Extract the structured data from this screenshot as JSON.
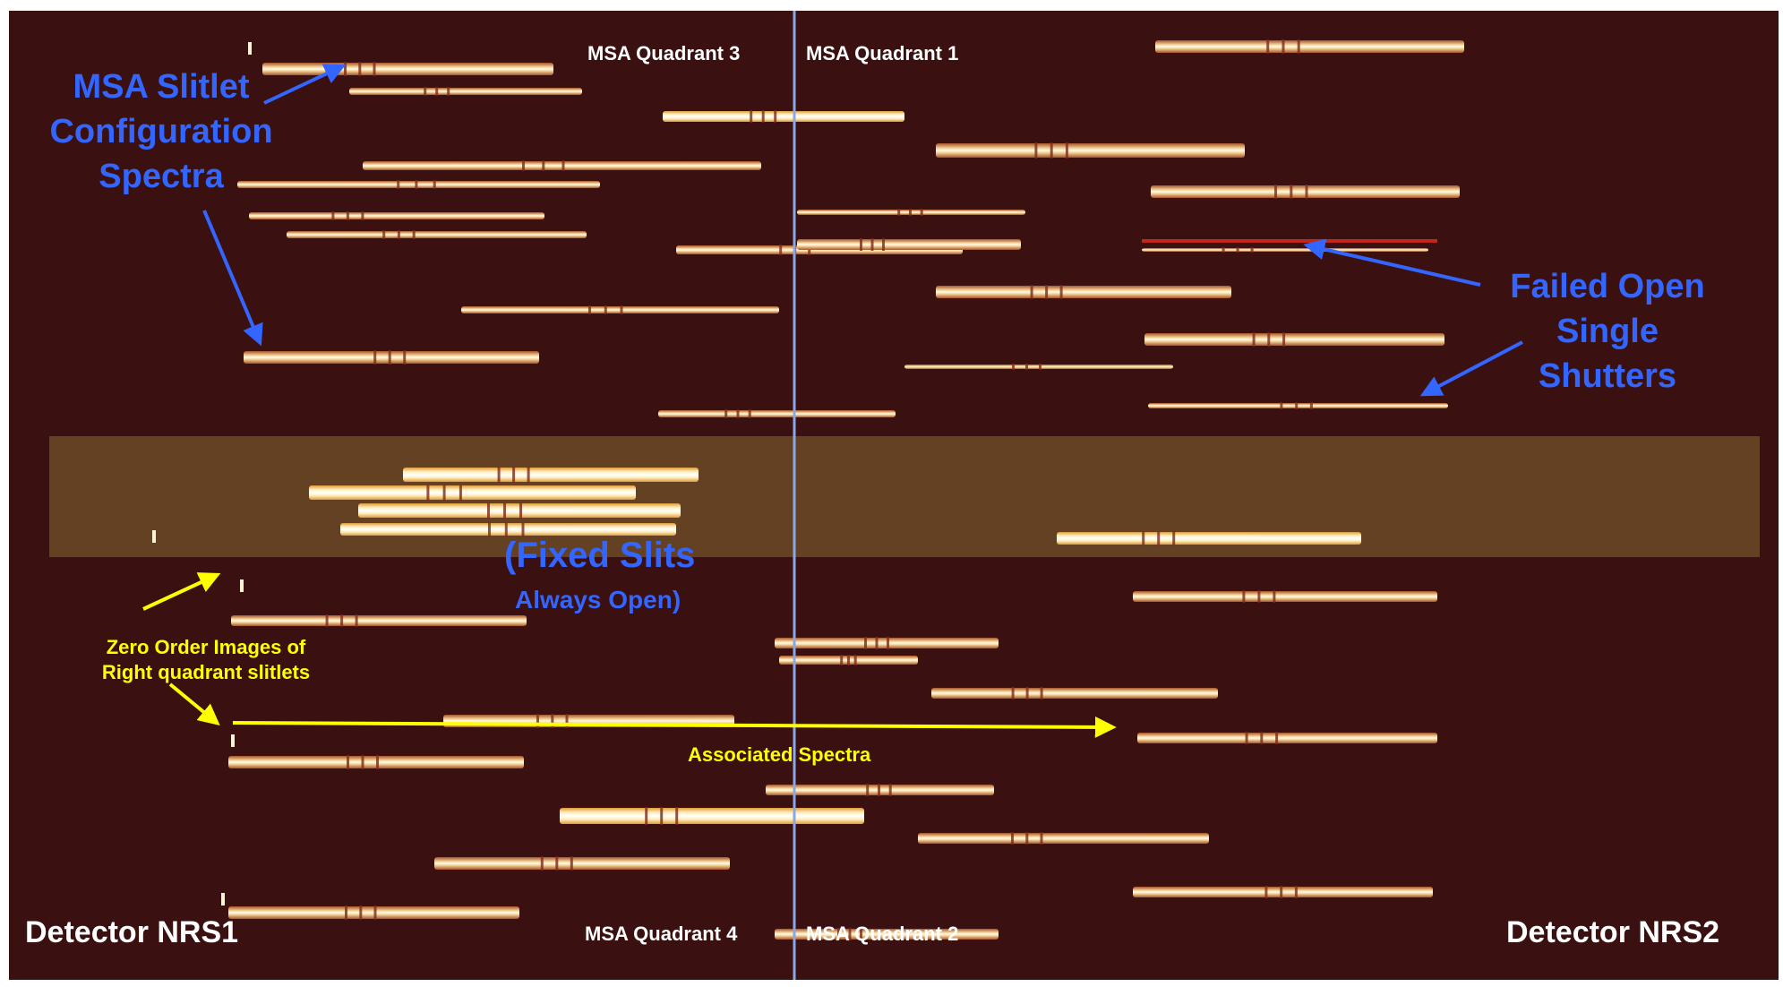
{
  "labels": {
    "quadrant_3": "MSA Quadrant 3",
    "quadrant_1": "MSA Quadrant 1",
    "quadrant_4": "MSA Quadrant 4",
    "quadrant_2": "MSA Quadrant 2",
    "detector_nrs1": "Detector NRS1",
    "detector_nrs2": "Detector NRS2",
    "msa_spectra_line1": "MSA Slitlet",
    "msa_spectra_line2": "Configuration",
    "msa_spectra_line3": "Spectra",
    "failed_open_line1": "Failed Open",
    "failed_open_line2": "Single",
    "failed_open_line3": "Shutters",
    "fixed_slits_line1": "(Fixed Slits",
    "fixed_slits_line2": "Always Open)",
    "zero_order_line1": "Zero Order Images of",
    "zero_order_line2": "Right quadrant slitlets",
    "associated_spectra": "Associated Spectra"
  },
  "colors": {
    "background": "#3b1010",
    "fixed_slit_band": "#6b4a26",
    "divider": "#8aa8e8",
    "annotation_blue": "#3366ff",
    "annotation_yellow": "#ffff00",
    "spectrum_core": "#fff4c8",
    "spectrum_edge": "#d08a30"
  }
}
